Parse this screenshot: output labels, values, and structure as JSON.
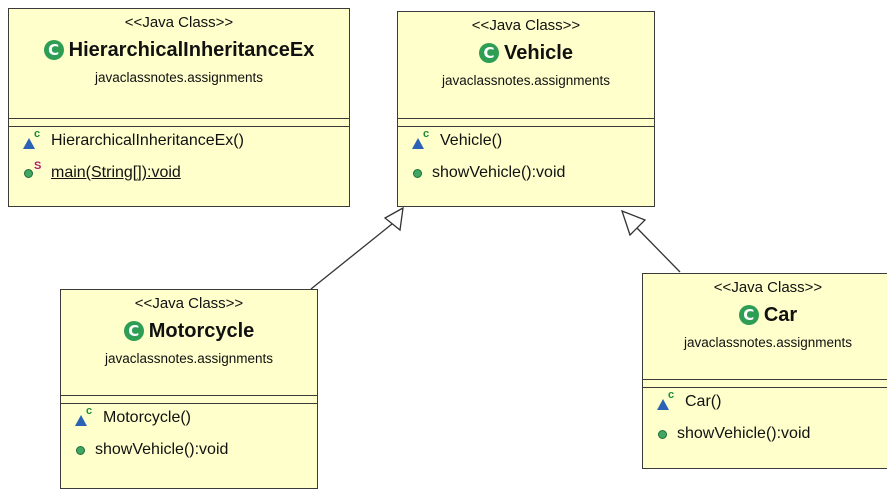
{
  "classes": {
    "hier": {
      "stereotype": "<<Java Class>>",
      "class_icon": "C",
      "name": "HierarchicalInheritanceEx",
      "package": "javaclassnotes.assignments",
      "ops": [
        {
          "marker": "c",
          "label": "HierarchicalInheritanceEx()"
        },
        {
          "marker": "S",
          "label": "main(String[]):void"
        }
      ]
    },
    "vehicle": {
      "stereotype": "<<Java Class>>",
      "class_icon": "C",
      "name": "Vehicle",
      "package": "javaclassnotes.assignments",
      "ops": [
        {
          "marker": "c",
          "label": "Vehicle()"
        },
        {
          "label": "showVehicle():void"
        }
      ]
    },
    "motorcycle": {
      "stereotype": "<<Java Class>>",
      "class_icon": "C",
      "name": "Motorcycle",
      "package": "javaclassnotes.assignments",
      "ops": [
        {
          "marker": "c",
          "label": "Motorcycle()"
        },
        {
          "label": "showVehicle():void"
        }
      ]
    },
    "car": {
      "stereotype": "<<Java Class>>",
      "class_icon": "C",
      "name": "Car",
      "package": "javaclassnotes.assignments",
      "ops": [
        {
          "marker": "c",
          "label": "Car()"
        },
        {
          "label": "showVehicle():void"
        }
      ]
    }
  },
  "icons": {
    "class": "class-icon",
    "constructor": "protected-constructor-icon",
    "static_method": "public-static-method-icon",
    "method": "public-method-icon"
  },
  "colors": {
    "box_fill": "#ffffcc",
    "class_icon": "#2f9e55",
    "constructor_triangle": "#2a62b5",
    "method_dot": "#3fa762"
  }
}
